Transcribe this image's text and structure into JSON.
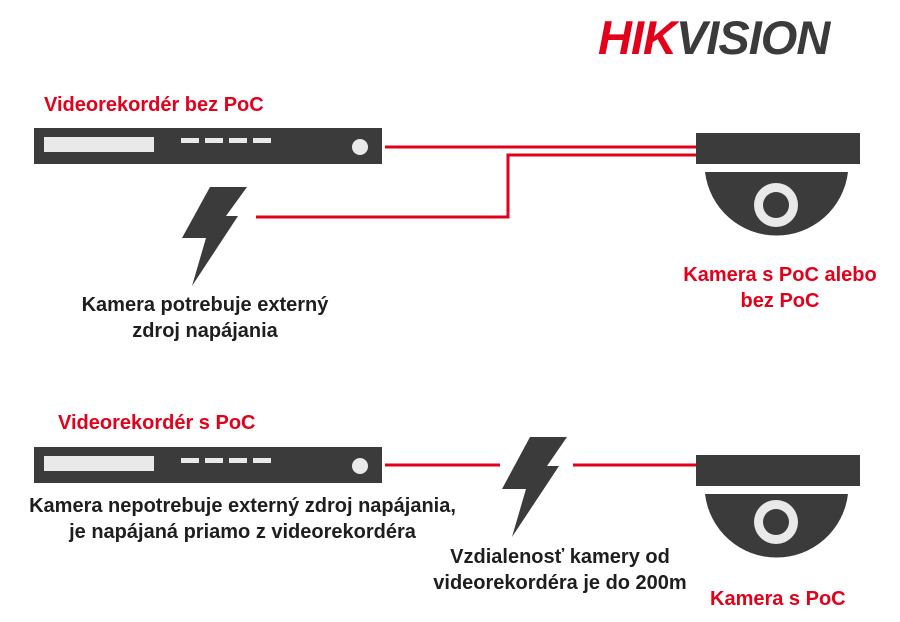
{
  "logo": {
    "part1": "HIK",
    "part2": "VISION"
  },
  "colors": {
    "accent": "#e3001b",
    "device": "#3b3b3b",
    "device_light": "#e9e9e9",
    "text": "#1e1e1e"
  },
  "top_section": {
    "recorder_label": "Videorekordér bez PoC",
    "power_note_line1": "Kamera potrebuje externý",
    "power_note_line2": "zdroj napájania",
    "camera_label_line1": "Kamera s PoC alebo",
    "camera_label_line2": "bez PoC"
  },
  "bottom_section": {
    "recorder_label": "Videorekordér s PoC",
    "power_note_line1": "Kamera nepotrebuje externý zdroj napájania,",
    "power_note_line2": "je napájaná priamo z videorekordéra",
    "distance_note_line1": "Vzdialenosť kamery od",
    "distance_note_line2": "videorekordéra je do 200m",
    "camera_label": "Kamera s PoC"
  },
  "icons": [
    "nvr-device-icon",
    "dome-camera-icon",
    "lightning-bolt-icon"
  ]
}
